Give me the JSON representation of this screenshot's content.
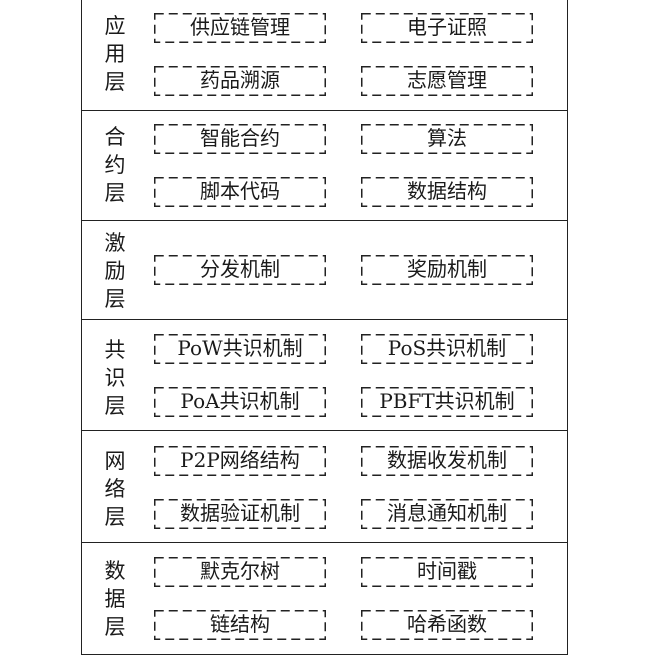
{
  "layers": [
    {
      "label": [
        "应",
        "用",
        "层"
      ],
      "items": [
        "供应链管理",
        "电子证照",
        "药品溯源",
        "志愿管理"
      ]
    },
    {
      "label": [
        "合",
        "约",
        "层"
      ],
      "items": [
        "智能合约",
        "算法",
        "脚本代码",
        "数据结构"
      ]
    },
    {
      "label": [
        "激",
        "励",
        "层"
      ],
      "items": [
        "分发机制",
        "奖励机制"
      ]
    },
    {
      "label": [
        "共",
        "识",
        "层"
      ],
      "items": [
        "PoW共识机制",
        "PoS共识机制",
        "PoA共识机制",
        "PBFT共识机制"
      ]
    },
    {
      "label": [
        "网",
        "络",
        "层"
      ],
      "items": [
        "P2P网络结构",
        "数据收发机制",
        "数据验证机制",
        "消息通知机制"
      ]
    },
    {
      "label": [
        "数",
        "据",
        "层"
      ],
      "items": [
        "默克尔树",
        "时间戳",
        "链结构",
        "哈希函数"
      ]
    }
  ]
}
